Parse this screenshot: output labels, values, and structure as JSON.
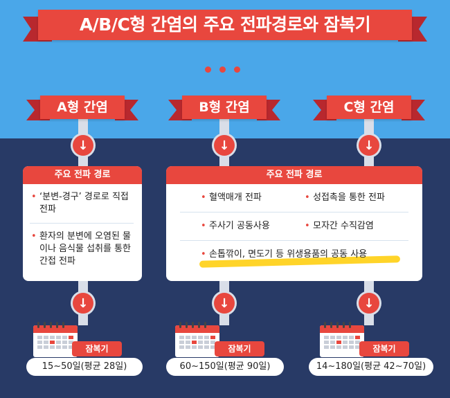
{
  "title": "A/B/C형 간염의 주요 전파경로와 잠복기",
  "colors": {
    "accent": "#e8473e",
    "sky": "#4aa7e9",
    "navy": "#283a66",
    "highlight": "#ffd21e"
  },
  "types": [
    {
      "label": "A형 간염",
      "header": "주요 전파 경로",
      "routes": [
        "‘분변-경구’ 경로로 직접 전파",
        "환자의 분변에 오염된 물이나 음식물 섭취를 통한 간접 전파"
      ],
      "incubation_label": "잠복기",
      "incubation": "15~50일(평균 28일)"
    },
    {
      "label": "B형 간염",
      "header": "주요 전파 경로",
      "routes": [
        "혈액매개 전파",
        "성접촉을 통한 전파",
        "주사기 공동사용",
        "모자간 수직감염",
        "손톱깎이, 면도기 등 위생용품의  공동 사용"
      ],
      "incubation_label": "잠복기",
      "incubation": "60~150일(평균 90일)"
    },
    {
      "label": "C형 간염",
      "incubation_label": "잠복기",
      "incubation": "14~180일(평균 42~70일)"
    }
  ]
}
